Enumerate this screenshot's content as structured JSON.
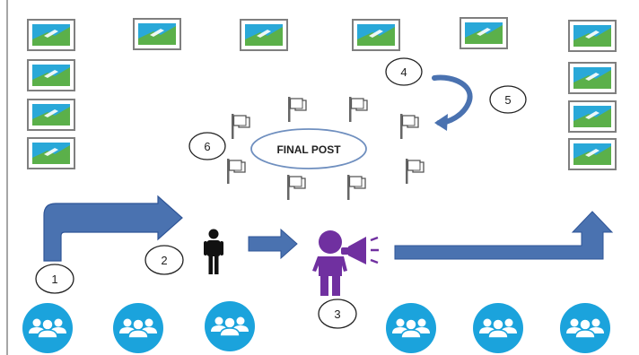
{
  "center_label": "FINAL POST",
  "steps": [
    "1",
    "2",
    "3",
    "4",
    "5",
    "6"
  ],
  "icons": {
    "picture": "picture-frame-icon",
    "flag": "flag-icon",
    "group": "group-icon",
    "person": "person-icon",
    "megaphone_person": "megaphone-person-icon"
  },
  "colors": {
    "arrow": "#4a72b0",
    "arrow_stroke": "#2f5597",
    "group_fill": "#1ba3dc",
    "megaphone_person": "#7030a0",
    "person": "#111111",
    "oval_stroke": "#6f8fbf",
    "frame_border": "#7f7f7f",
    "sky": "#29a8d8",
    "hill": "#5bb04a"
  }
}
